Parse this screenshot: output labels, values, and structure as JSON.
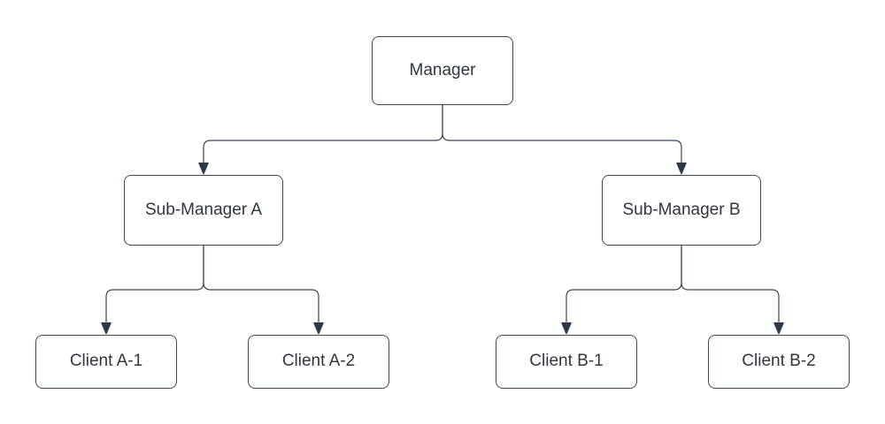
{
  "diagram": {
    "type": "org-chart",
    "colors": {
      "background": "#ffffff",
      "node_fill": "#ffffff",
      "node_stroke": "#3d4855",
      "connector_stroke": "#3d4855",
      "arrow_fill": "#2b3847",
      "text": "#2e3742"
    },
    "nodes": {
      "manager": {
        "label": "Manager"
      },
      "sub_a": {
        "label": "Sub-Manager A"
      },
      "sub_b": {
        "label": "Sub-Manager B"
      },
      "client_a1": {
        "label": "Client A-1"
      },
      "client_a2": {
        "label": "Client A-2"
      },
      "client_b1": {
        "label": "Client B-1"
      },
      "client_b2": {
        "label": "Client B-2"
      }
    },
    "edges": [
      {
        "from": "Manager",
        "to": "Sub-Manager A",
        "arrow": "filled-triangle"
      },
      {
        "from": "Manager",
        "to": "Sub-Manager B",
        "arrow": "filled-triangle"
      },
      {
        "from": "Sub-Manager A",
        "to": "Client A-1",
        "arrow": "filled-triangle"
      },
      {
        "from": "Sub-Manager A",
        "to": "Client A-2",
        "arrow": "filled-triangle"
      },
      {
        "from": "Sub-Manager B",
        "to": "Client B-1",
        "arrow": "filled-triangle"
      },
      {
        "from": "Sub-Manager B",
        "to": "Client B-2",
        "arrow": "filled-triangle"
      }
    ]
  }
}
